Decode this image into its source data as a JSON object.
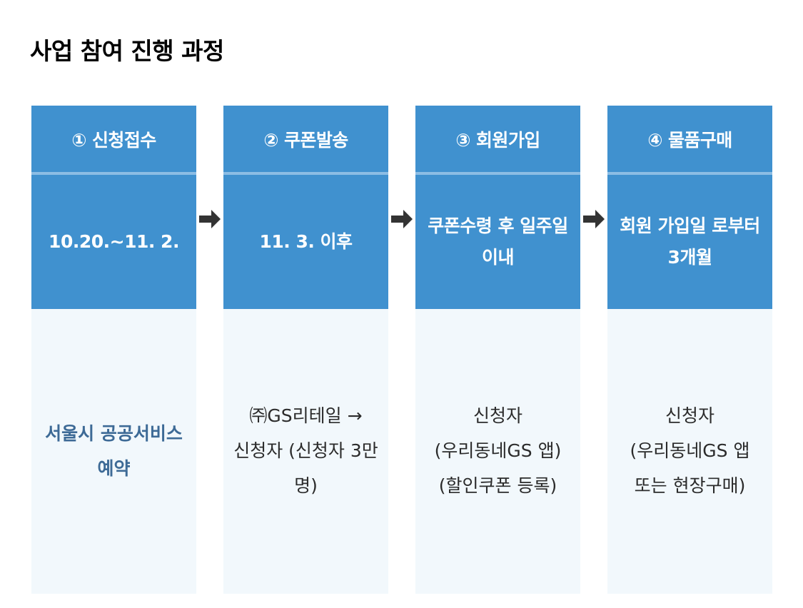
{
  "page": {
    "title": "사업 참여 진행 과정",
    "accent_color": "#4091cf",
    "body_background_color": "#f2f8fc",
    "divider_color": "#8cbde4",
    "accent_text_color": "#3d6a96",
    "arrow_color": "#333333"
  },
  "steps": [
    {
      "header": "① 신청접수",
      "date": "10.20.~11. 2.",
      "body": "서울시 공공서비스 예약",
      "body_style": "accent"
    },
    {
      "header": "② 쿠폰발송",
      "date": "11. 3. 이후",
      "body": "㈜GS리테일 → 신청자 (신청자 3만 명)",
      "body_style": "plain"
    },
    {
      "header": "③ 회원가입",
      "date": "쿠폰수령 후 일주일 이내",
      "body": "신청자 (우리동네GS 앱) (할인쿠폰 등록)",
      "body_style": "plain"
    },
    {
      "header": "④ 물품구매",
      "date": "회원 가입일 로부터 3개월",
      "body": "신청자 (우리동네GS 앱 또는 현장구매)",
      "body_style": "plain"
    }
  ],
  "connectors": [
    {
      "icon": "arrow-right-icon"
    },
    {
      "icon": "arrow-right-icon"
    },
    {
      "icon": "arrow-right-icon"
    }
  ]
}
